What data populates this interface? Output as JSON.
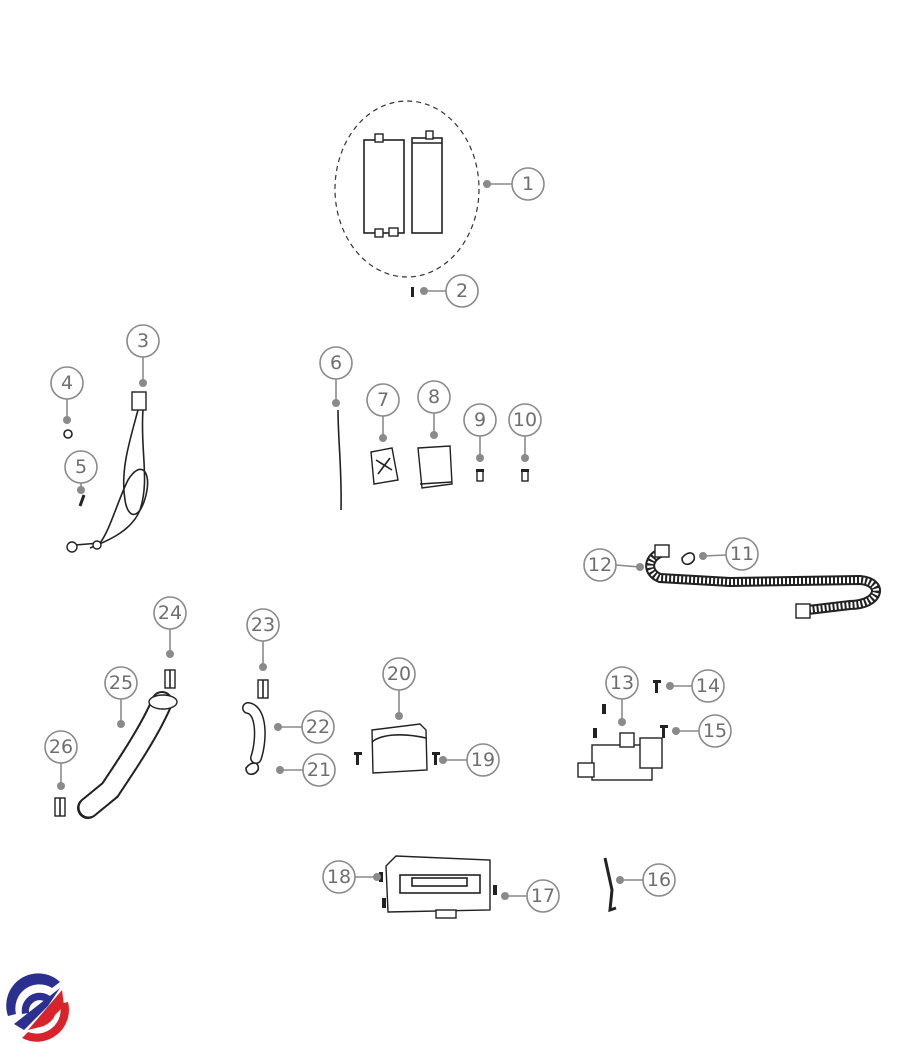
{
  "diagram": {
    "callouts": [
      "1",
      "2",
      "3",
      "4",
      "5",
      "6",
      "7",
      "8",
      "9",
      "10",
      "11",
      "12",
      "13",
      "14",
      "15",
      "16",
      "17",
      "18",
      "19",
      "20",
      "21",
      "22",
      "23",
      "24",
      "25",
      "26"
    ]
  },
  "logo": {
    "colors": {
      "blue": "#2b2f8f",
      "red": "#d8232a"
    }
  },
  "colors": {
    "callout": "#8a8a8a",
    "line": "#222222"
  }
}
